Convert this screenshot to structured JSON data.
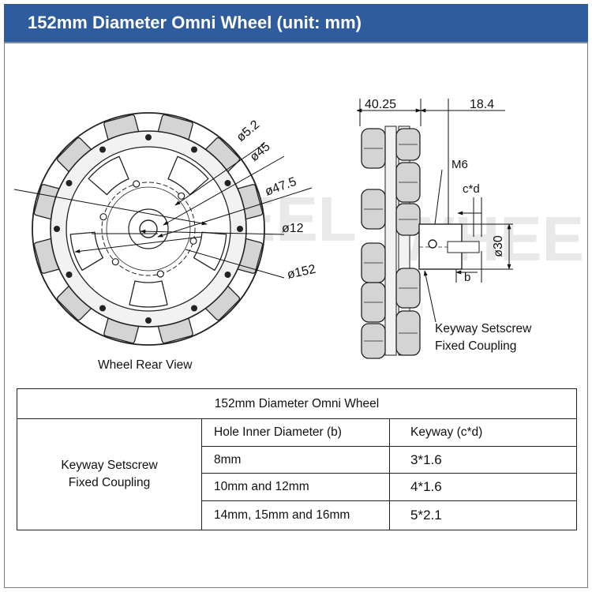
{
  "header": {
    "title": "152mm Diameter Omni Wheel (unit: mm)"
  },
  "brand_colors": {
    "header_bg": "#2f5c9c",
    "line": "#222222",
    "roller": "#d4d4d4",
    "hub": "#f2f2f2"
  },
  "rear_view": {
    "label": "Wheel Rear View",
    "dims": {
      "d52": "ø5.2",
      "d45": "ø45",
      "d475": "ø47.5",
      "d12": "ø12",
      "d152": "ø152"
    }
  },
  "side_view": {
    "dim_width": "40.25",
    "dim_offset": "18.4",
    "m6": "M6",
    "cd": "c*d",
    "d30": "ø30",
    "b": "b",
    "coupling_label": [
      "Keyway Setscrew",
      "Fixed Coupling"
    ]
  },
  "table": {
    "title": "152mm Diameter Omni Wheel",
    "group_label": "Keyway Setscrew Fixed Coupling",
    "col_hole": "Hole Inner Diameter (b)",
    "col_keyway": "Keyway (c*d)",
    "rows": [
      {
        "hole": "8mm",
        "keyway": "3*1.6"
      },
      {
        "hole": "10mm and 12mm",
        "keyway": "4*1.6"
      },
      {
        "hole": "14mm, 15mm and 16mm",
        "keyway": "5*2.1"
      }
    ]
  }
}
